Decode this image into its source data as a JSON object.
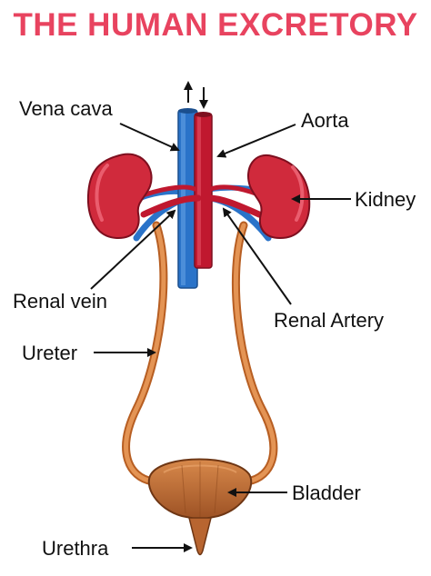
{
  "title": "THE HUMAN EXCRETORY",
  "labels": {
    "vena_cava": "Vena cava",
    "aorta": "Aorta",
    "kidney": "Kidney",
    "renal_vein": "Renal vein",
    "renal_artery": "Renal Artery",
    "ureter": "Ureter",
    "bladder": "Bladder",
    "urethra": "Urethra"
  },
  "colors": {
    "title": "#e8435f",
    "vein": "#2a73c9",
    "artery": "#c0182f",
    "kidney": "#d02a3c",
    "ureter": "#d9823a",
    "bladder": "#b86530"
  }
}
